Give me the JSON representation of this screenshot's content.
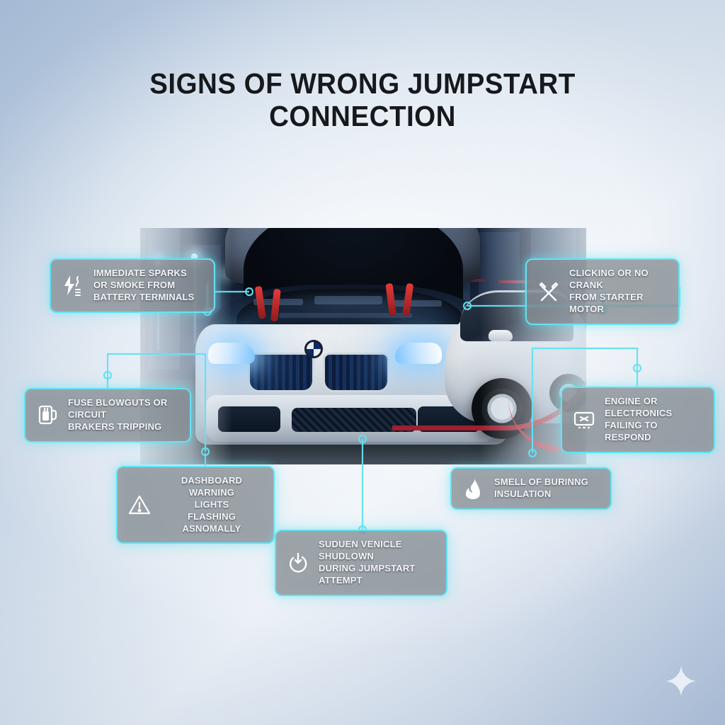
{
  "title": {
    "line1": "SIGNS OF WRONG JUMPSTART",
    "line2": "CONNECTION"
  },
  "colors": {
    "accent_cyan": "#63e2f2",
    "card_fill": "#7e868c",
    "title_text": "#16191d",
    "cable_red": "#a01f2e",
    "background_blue": "#a9bed8"
  },
  "photo": {
    "alt": "Silver sedan with open hood and red jumper cables attached, headlights on, at night in a parking garage"
  },
  "callouts": [
    {
      "id": "sparks-smoke",
      "icon": "lightning-bolt-smoke-icon",
      "text": "IMMEDIATE SPARKS\nOR SMOKE FROM\nBATTERY TERMINALS"
    },
    {
      "id": "clicking-no-crank",
      "icon": "wrench-screwdriver-icon",
      "text": "CLICKING OR NO CRANK\nFROM STARTER MOTOR"
    },
    {
      "id": "fuse-blowouts",
      "icon": "fuse-plug-icon",
      "text": "FUSE BLOWGUTS OR CIRCUIT\nBRAKERS TRIPPING"
    },
    {
      "id": "electronics-failing",
      "icon": "monitor-x-icon",
      "text": "ENGINE OR ELECTRONICS\nFAILING TO RESPOND"
    },
    {
      "id": "dashboard-warning",
      "icon": "warning-triangle-icon",
      "text": "DASHBOARD WARNING\nLIGHTS\nFLASHING ASNOMALLY"
    },
    {
      "id": "burning-insulation",
      "icon": "flame-icon",
      "text": "SMELL OF BURINNG\nINSULATION"
    },
    {
      "id": "sudden-shutdown",
      "icon": "power-icon",
      "text": "SUDUEN VENICLE SHUDLOWN\nDURING JUMPSTART ATTEMPT"
    }
  ],
  "watermark": {
    "icon": "sparkle-star-icon"
  }
}
